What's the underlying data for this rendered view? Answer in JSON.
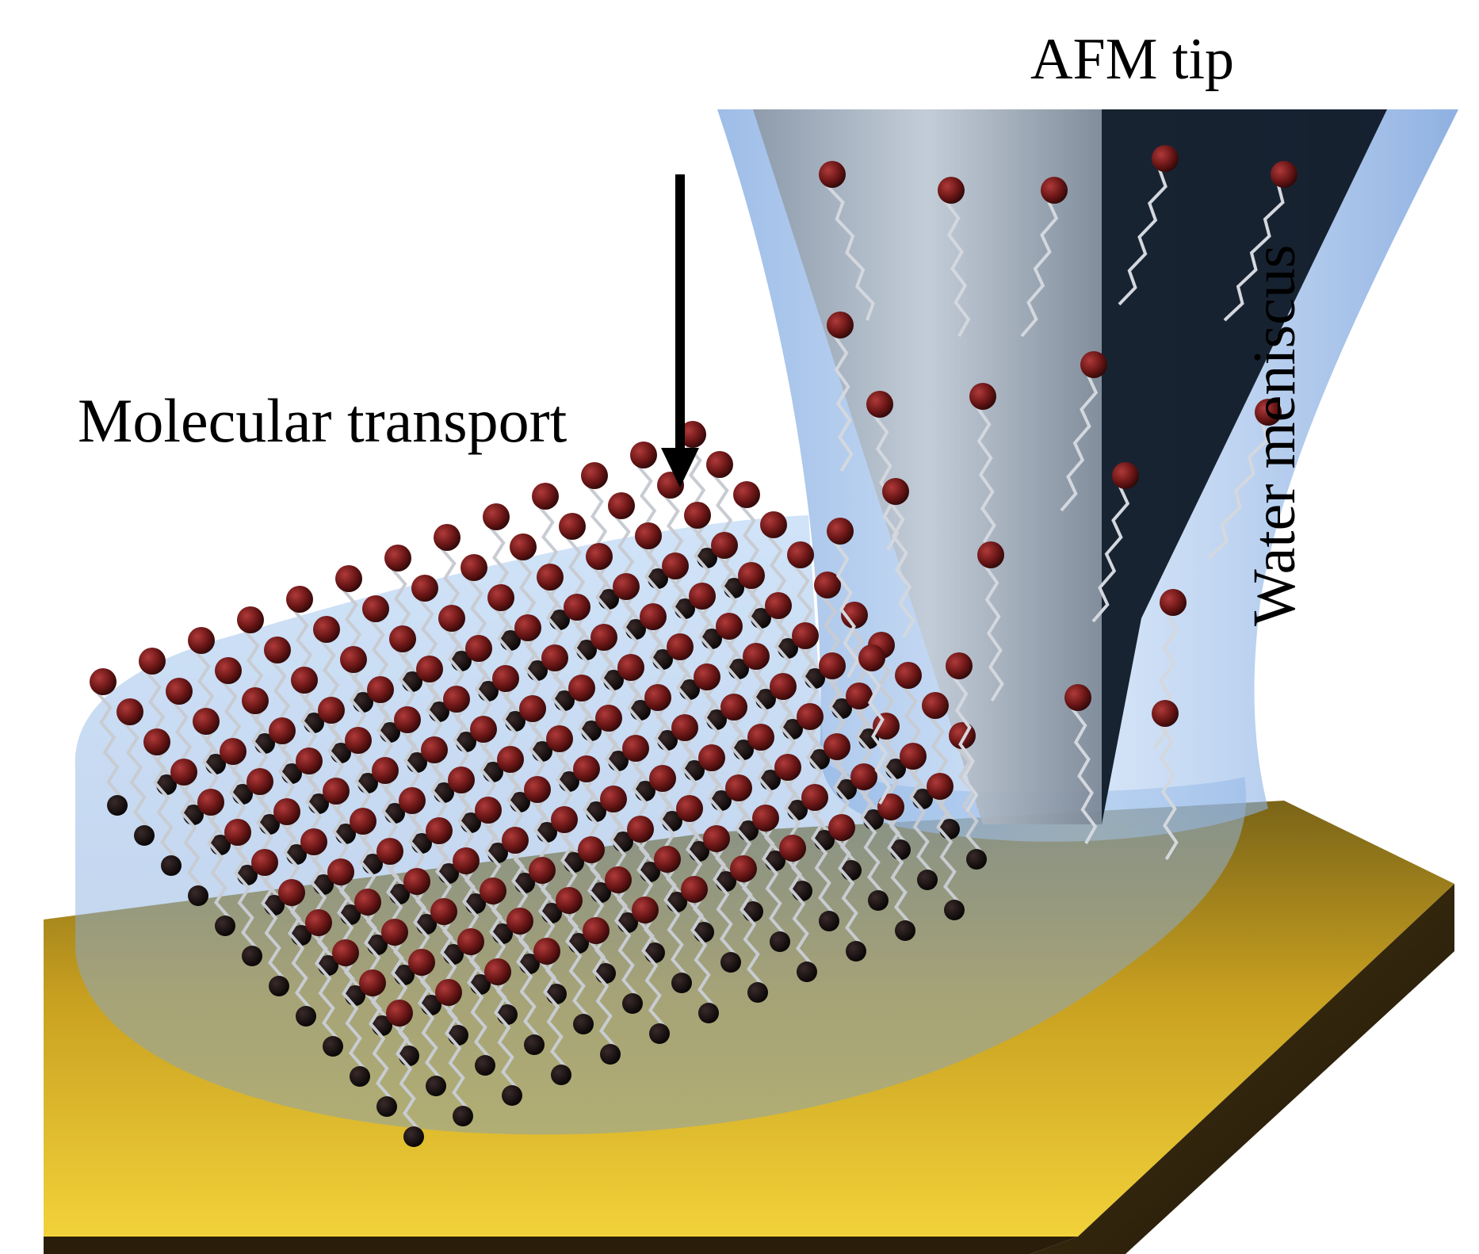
{
  "labels": {
    "afm_tip": "AFM tip",
    "molecular_transport": "Molecular transport",
    "water_meniscus": "Water meniscus"
  },
  "colors": {
    "substrate_gold": "#d8a820",
    "substrate_edge": "#3a2c10",
    "water": "#8fb8e8",
    "tip_light": "#a9b4c0",
    "tip_dark": "#0d1624",
    "molecule_head": "#6b1616",
    "molecule_chain": "#c8ccd2",
    "arrow": "#000000"
  }
}
